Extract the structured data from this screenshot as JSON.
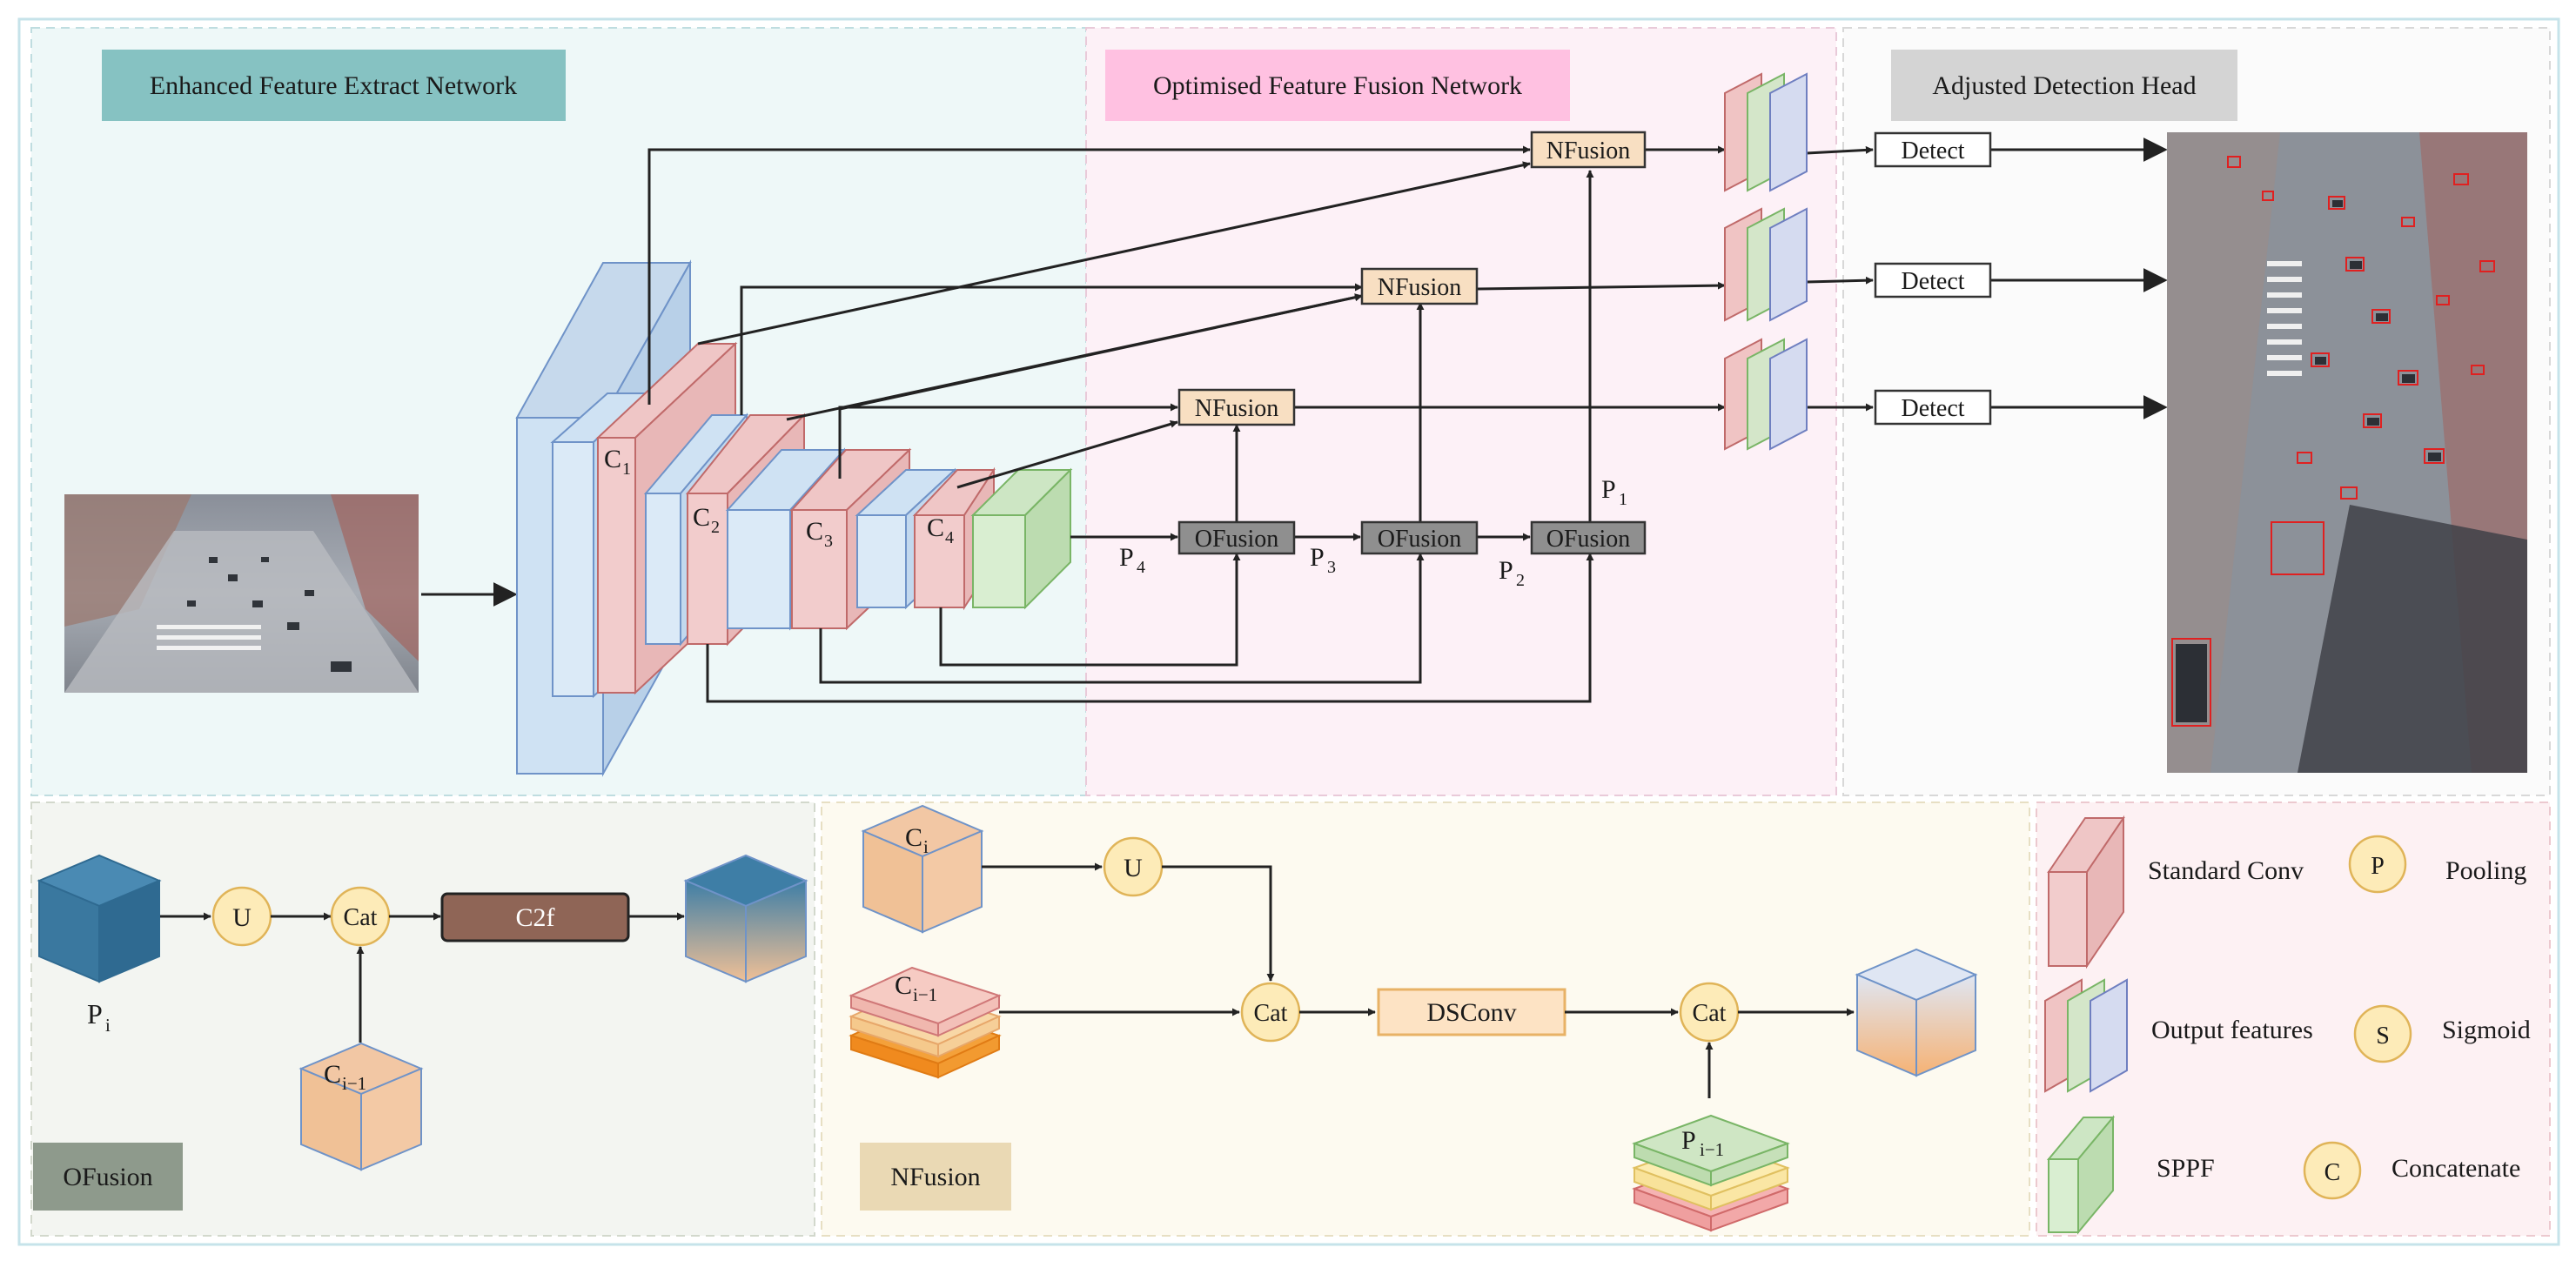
{
  "sections": {
    "extract": "Enhanced Feature Extract Network",
    "fusion": "Optimised Feature Fusion Network",
    "head": "Adjusted Detection Head"
  },
  "nodes": {
    "nfusion": "NFusion",
    "ofusion": "OFusion",
    "detect": "Detect"
  },
  "labels": {
    "c": "C",
    "p": "P",
    "sub1": "1",
    "sub2": "2",
    "sub3": "3",
    "sub4": "4",
    "subi": "i",
    "subim1": "i−1"
  },
  "ofusion_panel": {
    "title": "OFusion",
    "u": "U",
    "cat": "Cat",
    "c2f": "C2f"
  },
  "nfusion_panel": {
    "title": "NFusion",
    "u": "U",
    "cat": "Cat",
    "dsconv": "DSConv"
  },
  "legend": {
    "standard_conv": "Standard Conv",
    "output_features": "Output features",
    "sppf": "SPPF",
    "pooling": "Pooling",
    "sigmoid": "Sigmoid",
    "concatenate": "Concatenate",
    "p_letter": "P",
    "s_letter": "S",
    "c_letter": "C"
  }
}
